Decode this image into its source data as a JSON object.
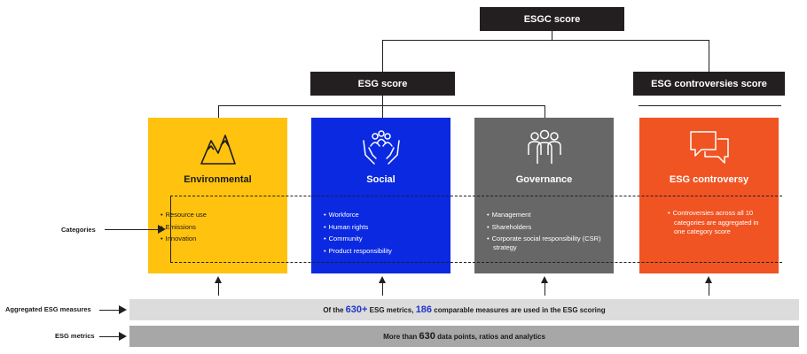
{
  "top": {
    "esgc_score": "ESGC score",
    "esg_score": "ESG score",
    "controversies_score": "ESG controversies score"
  },
  "cards": [
    {
      "title": "Environmental",
      "icon": "mountain-icon",
      "color": "#ffc20e",
      "text_color": "#1a1a1a",
      "items": [
        "Resource use",
        "Emissions",
        "Innovation"
      ]
    },
    {
      "title": "Social",
      "icon": "people-hands-icon",
      "color": "#0a29e0",
      "text_color": "#ffffff",
      "items": [
        "Workforce",
        "Human rights",
        "Community",
        "Product responsibility"
      ]
    },
    {
      "title": "Governance",
      "icon": "group-icon",
      "color": "#676767",
      "text_color": "#ffffff",
      "items": [
        "Management",
        "Shareholders",
        "Corporate social responsibility (CSR) strategy"
      ]
    },
    {
      "title": "ESG controversy",
      "icon": "speech-bubbles-icon",
      "color": "#f05423",
      "text_color": "#ffffff",
      "items": [
        "Controversies across all 10 categories are aggregated in one category score"
      ]
    }
  ],
  "left_labels": {
    "categories": "Categories",
    "aggregated": "Aggregated ESG measures",
    "metrics": "ESG metrics"
  },
  "aggregated_bar": {
    "pre": "Of the ",
    "n1": "630+",
    "mid": " ESG metrics, ",
    "n2": "186",
    "post": " comparable measures are used in the ESG scoring"
  },
  "metrics_bar": {
    "pre": "More than ",
    "n": "630",
    "post": " data points, ratios and analytics"
  },
  "colors": {
    "dark": "#231f20",
    "agg_bar": "#dcdcdc",
    "metrics_bar": "#a7a7a7",
    "highlight": "#2036c8"
  }
}
